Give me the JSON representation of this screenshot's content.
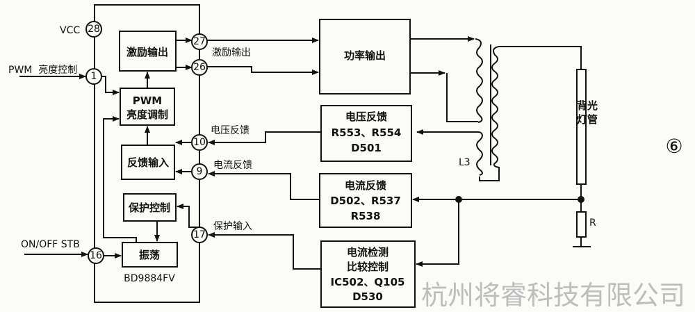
{
  "ic": {
    "name": "BD9884FV",
    "pins": {
      "vcc": "28",
      "pwm": "1",
      "drv1": "27",
      "drv2": "26",
      "vfb": "10",
      "ifb": "9",
      "prot": "17",
      "stb": "16"
    },
    "blocks": {
      "drive": "激励输出",
      "pwm_top": "PWM",
      "pwm_bottom": "亮度调制",
      "fb": "反馈输入",
      "prot": "保护控制",
      "osc": "振荡"
    }
  },
  "labels": {
    "vcc": "VCC",
    "pwm_in": "PWM  亮度控制",
    "stb_in": "ON/OFF STB",
    "drive_out": "激励输出",
    "vfb": "电压反馈",
    "ifb": "电流反馈",
    "prot_in": "保护输入",
    "l3": "L3",
    "lamp_1": "背光",
    "lamp_2": "灯管",
    "r": "R"
  },
  "ext": {
    "power": "功率输出",
    "vfb": [
      "电压反馈",
      "R553、R554",
      "D501"
    ],
    "ifb": [
      "电流反馈",
      "D502、R537",
      "R538"
    ],
    "det": [
      "电流检测",
      "比较控制",
      "IC502、Q105",
      "D530"
    ]
  },
  "watermark": "杭州将睿科技有限公司",
  "figure_no": "⑥"
}
